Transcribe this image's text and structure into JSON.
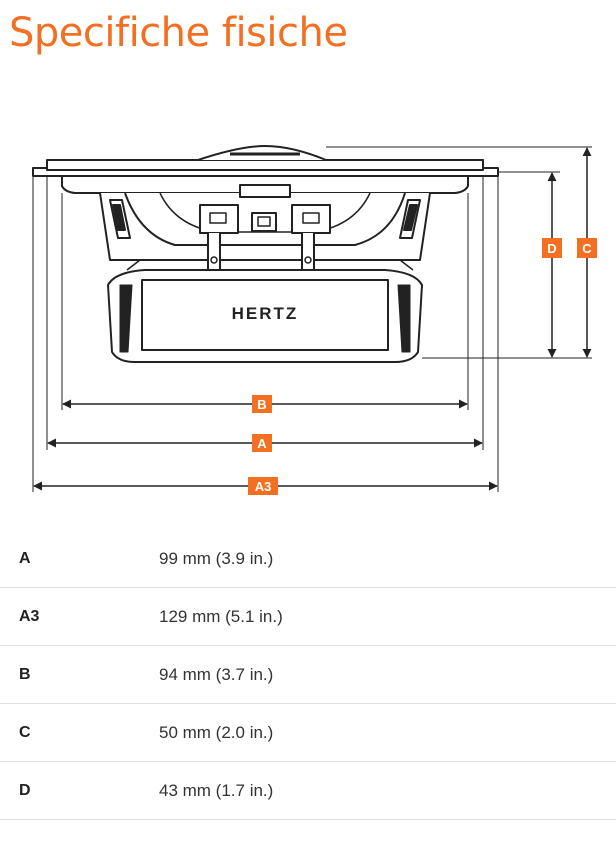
{
  "page": {
    "title": "Specifiche fisiche",
    "accent_color": "#f36f21"
  },
  "diagram": {
    "brand": "HERTZ",
    "labels": {
      "A": "A",
      "A3": "A3",
      "B": "B",
      "C": "C",
      "D": "D"
    }
  },
  "specs": [
    {
      "key": "A",
      "value": "99 mm (3.9 in.)"
    },
    {
      "key": "A3",
      "value": "129 mm (5.1 in.)"
    },
    {
      "key": "B",
      "value": "94 mm (3.7 in.)"
    },
    {
      "key": "C",
      "value": "50 mm (2.0 in.)"
    },
    {
      "key": "D",
      "value": "43 mm (1.7 in.)"
    }
  ]
}
